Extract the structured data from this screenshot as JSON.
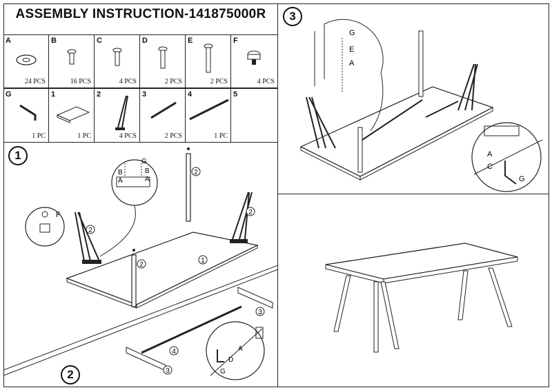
{
  "title": "ASSEMBLY  INSTRUCTION-141875000R",
  "parts_row1": [
    {
      "letter": "A",
      "qty": "24 PCS",
      "icon": "washer-icon"
    },
    {
      "letter": "B",
      "qty": "16 PCS",
      "icon": "short-bolt-icon"
    },
    {
      "letter": "C",
      "qty": "4 PCS",
      "icon": "bolt-icon"
    },
    {
      "letter": "D",
      "qty": "2 PCS",
      "icon": "medium-bolt-icon"
    },
    {
      "letter": "E",
      "qty": "2 PCS",
      "icon": "long-bolt-icon"
    },
    {
      "letter": "F",
      "qty": "4 PCS",
      "icon": "leveler-foot-icon"
    }
  ],
  "parts_row2": [
    {
      "letter": "G",
      "qty": "1 PC",
      "icon": "allen-key-icon"
    },
    {
      "letter": "1",
      "qty": "1 PC",
      "icon": "table-top-icon"
    },
    {
      "letter": "2",
      "qty": "4 PCS",
      "icon": "leg-icon"
    },
    {
      "letter": "3",
      "qty": "2 PCS",
      "icon": "short-rail-icon"
    },
    {
      "letter": "4",
      "qty": "1 PC",
      "icon": "long-rail-icon"
    },
    {
      "letter": "5",
      "qty": "",
      "icon": ""
    }
  ],
  "steps": {
    "step1": "1",
    "step2": "2",
    "step3": "3"
  },
  "callouts": {
    "s1_g": "G",
    "s1_b1": "B",
    "s1_a1": "A",
    "s1_b2": "B",
    "s1_a2": "A",
    "s1_f": "F",
    "s1_leg": "2",
    "s1_top": "1",
    "s2_rail": "3",
    "s2_long": "4",
    "s2_a": "A",
    "s2_d": "D",
    "s2_g": "G",
    "s3_g": "G",
    "s3_e": "E",
    "s3_a": "A",
    "s3_a2": "A",
    "s3_c": "C",
    "s3_g2": "G"
  }
}
